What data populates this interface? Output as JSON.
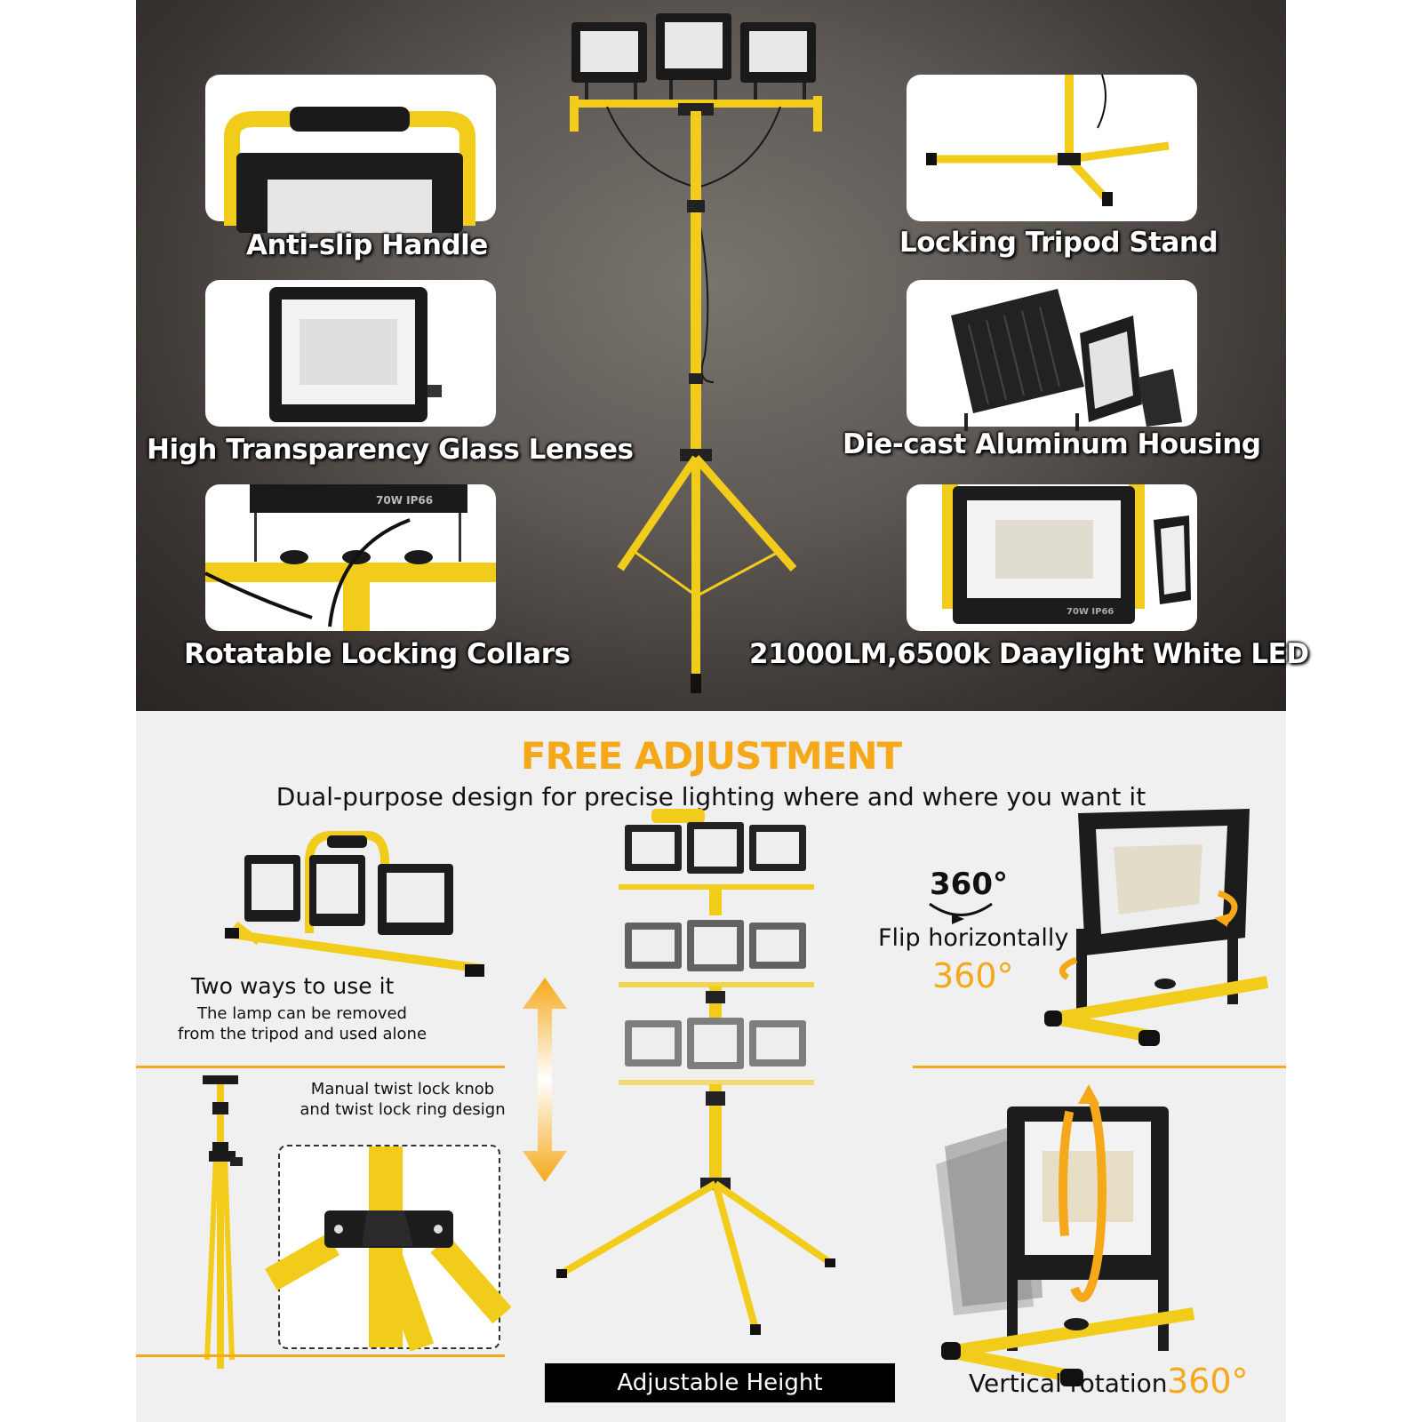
{
  "features": {
    "anti_slip": "Anti-slip Handle",
    "glass": "High Transparency Glass Lenses",
    "collars": "Rotatable Locking Collars",
    "tripod": "Locking Tripod Stand",
    "housing": "Die-cast Aluminum Housing",
    "led": "21000LM,6500k Daaylight White LED"
  },
  "product_label": "70W IP66",
  "adjustment": {
    "title": "FREE ADJUSTMENT",
    "subtitle": "Dual-purpose design for precise lighting where and where you want it",
    "two_ways_title": "Two ways to use it",
    "two_ways_line1": "The lamp can be removed",
    "two_ways_line2": "from the tripod and used alone",
    "knob_line1": "Manual twist lock knob",
    "knob_line2": "and twist lock ring design",
    "badge_360": "360°",
    "flip_label": "Flip horizontally",
    "flip_value": "360°",
    "height_label": "Adjustable Height",
    "vertical_label": "Vertical rotation",
    "vertical_value": "360°"
  },
  "colors": {
    "accent": "#f5a91a",
    "yellow": "#f2cc1a",
    "dark": "#1c1c1c"
  }
}
